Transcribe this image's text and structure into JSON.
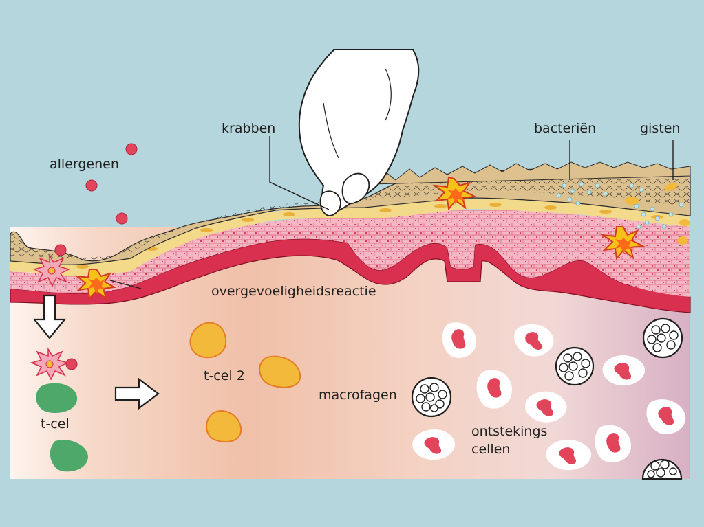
{
  "labels": {
    "allergens": "allergenen",
    "scratching": "krabben",
    "bacteria": "bacteriën",
    "yeasts": "gisten",
    "hypersensitivity": "overgevoeligheidsreactie",
    "tcell": "t-cel",
    "tcell2": "t-cel 2",
    "macrophages": "macrofagen",
    "inflammatory_line1": "ontstekings",
    "inflammatory_line2": "cellen"
  },
  "colors": {
    "background": "#b5d6dc",
    "dermis_left": "#fdf0ea",
    "dermis_mid": "#f2c3ad",
    "dermis_right": "#d9b3c2",
    "stratum_corneum": "#dcc08e",
    "yellow_layer": "#f3d98a",
    "epidermis_pink": "#f4a9b8",
    "basal_red": "#d8304e",
    "allergen": "#e2445c",
    "tcell": "#4ea86a",
    "tcell2": "#f2b93b",
    "burst": "#f6c21a"
  }
}
